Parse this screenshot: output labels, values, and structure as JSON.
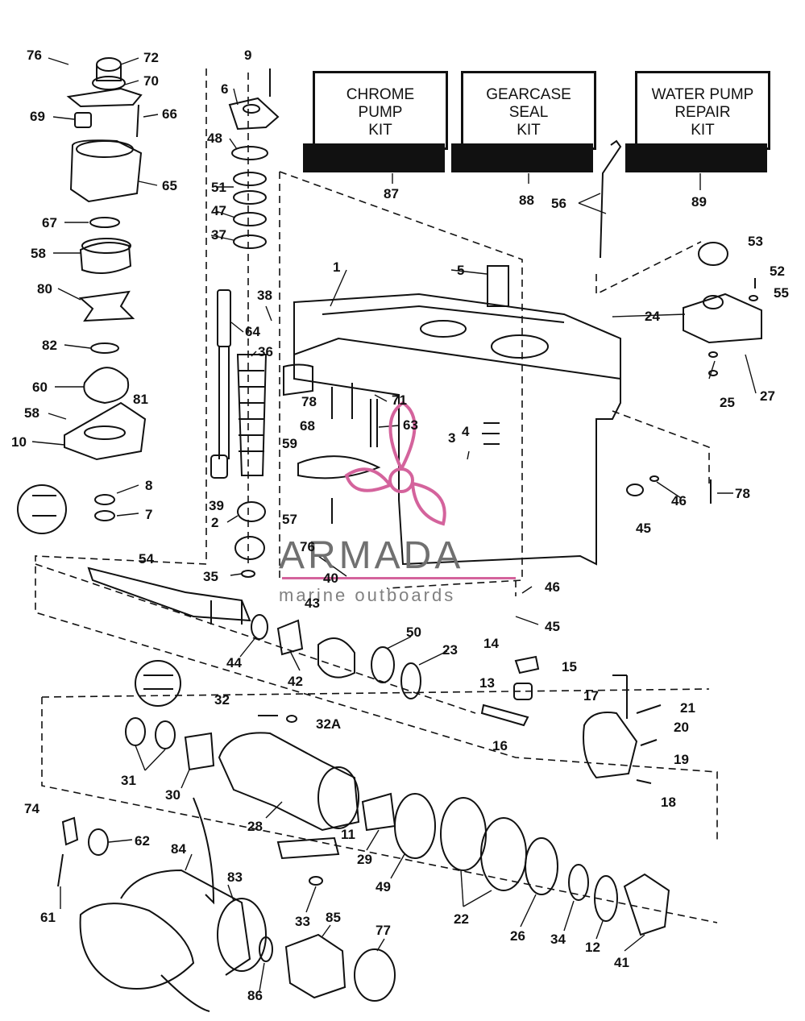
{
  "kits": [
    {
      "line1": "CHROME",
      "line2": "PUMP",
      "line3": "KIT",
      "number": "87"
    },
    {
      "line1": "GEARCASE",
      "line2": "SEAL",
      "line3": "KIT",
      "number": "88"
    },
    {
      "line1": "WATER PUMP",
      "line2": "REPAIR",
      "line3": "KIT",
      "number": "89"
    }
  ],
  "watermark": {
    "brand": "ARMADA",
    "tagline": "marine outboards",
    "accent": "#d4639c"
  },
  "callouts": [
    "76",
    "72",
    "70",
    "69",
    "66",
    "65",
    "67",
    "58",
    "80",
    "82",
    "60",
    "81",
    "58",
    "10",
    "8",
    "7",
    "9",
    "6",
    "48",
    "51",
    "47",
    "37",
    "38",
    "64",
    "36",
    "39",
    "2",
    "35",
    "54",
    "40",
    "43",
    "44",
    "42",
    "1",
    "5",
    "59",
    "78",
    "68",
    "71",
    "63",
    "3",
    "4",
    "57",
    "76",
    "53",
    "52",
    "55",
    "24",
    "25",
    "27",
    "46",
    "78",
    "45",
    "46",
    "45",
    "50",
    "23",
    "14",
    "15",
    "13",
    "17",
    "21",
    "20",
    "19",
    "16",
    "18",
    "32",
    "32A",
    "31",
    "30",
    "28",
    "11",
    "29",
    "49",
    "22",
    "26",
    "34",
    "12",
    "41",
    "74",
    "62",
    "84",
    "83",
    "61",
    "33",
    "85",
    "77",
    "86",
    "56"
  ]
}
